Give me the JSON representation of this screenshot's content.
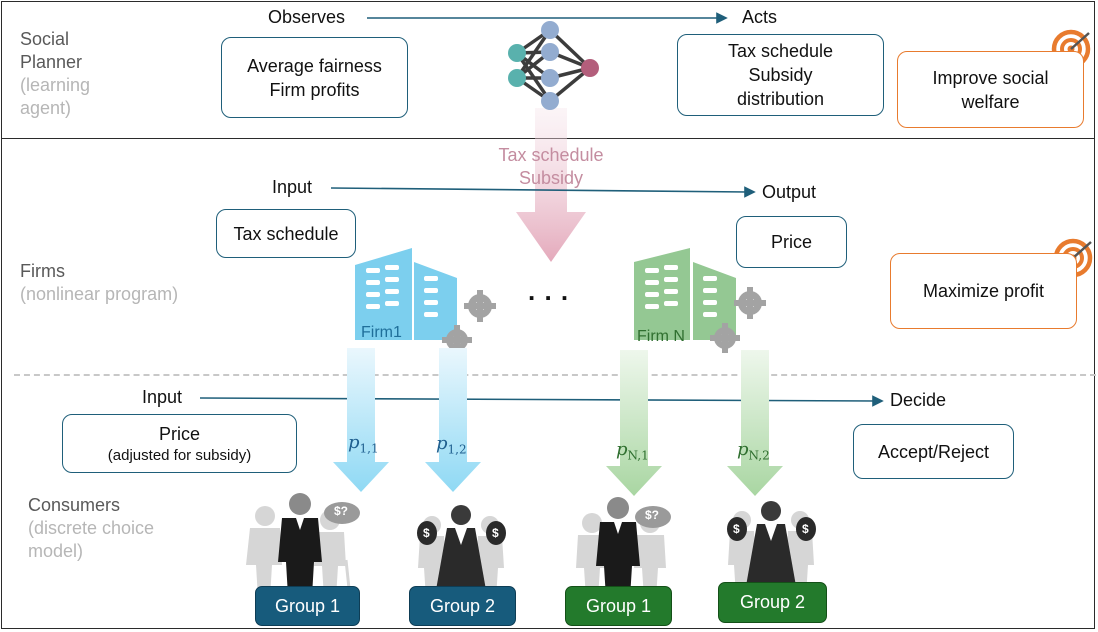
{
  "planner": {
    "title": [
      "Social",
      "Planner"
    ],
    "subtitle": [
      "(learning",
      "agent)"
    ],
    "observes_label": "Observes",
    "acts_label": "Acts",
    "observes_box": [
      "Average fairness",
      "Firm profits"
    ],
    "acts_box": [
      "Tax schedule",
      "Subsidy",
      "distribution"
    ],
    "goal": [
      "Improve social",
      "welfare"
    ]
  },
  "signal": {
    "lines": [
      "Tax schedule",
      "Subsidy"
    ]
  },
  "firms": {
    "title": "Firms",
    "subtitle": "(nonlinear program)",
    "input_label": "Input",
    "output_label": "Output",
    "input_box": "Tax schedule",
    "output_box": "Price",
    "goal": "Maximize profit",
    "firm_1": "Firm1",
    "firm_n": "Firm N",
    "ellipsis": ". . ."
  },
  "consumers": {
    "title": "Consumers",
    "subtitle": [
      "(discrete choice",
      "model)"
    ],
    "input_label": "Input",
    "decide_label": "Decide",
    "input_box": {
      "main": "Price",
      "note": "(adjusted for subsidy)"
    },
    "decide_box": "Accept/Reject",
    "prices": [
      {
        "sym": "p",
        "sub": "1,1"
      },
      {
        "sym": "p",
        "sub": "1,2"
      },
      {
        "sym": "p",
        "sub": "N,1"
      },
      {
        "sym": "p",
        "sub": "N,2"
      }
    ],
    "groups": [
      "Group 1",
      "Group 2",
      "Group 1",
      "Group 2"
    ],
    "bubble_text": "$?",
    "money_text": "$"
  },
  "colors": {
    "frame": "#2b2b2b",
    "box_border": "#1f5f7a",
    "goal_border": "#e87b2e",
    "firm_blue": "#7ccfee",
    "firm_green": "#94c893",
    "signal_pink": "#c48da0",
    "group_blue": "#175b7c",
    "group_green": "#237a2c"
  }
}
